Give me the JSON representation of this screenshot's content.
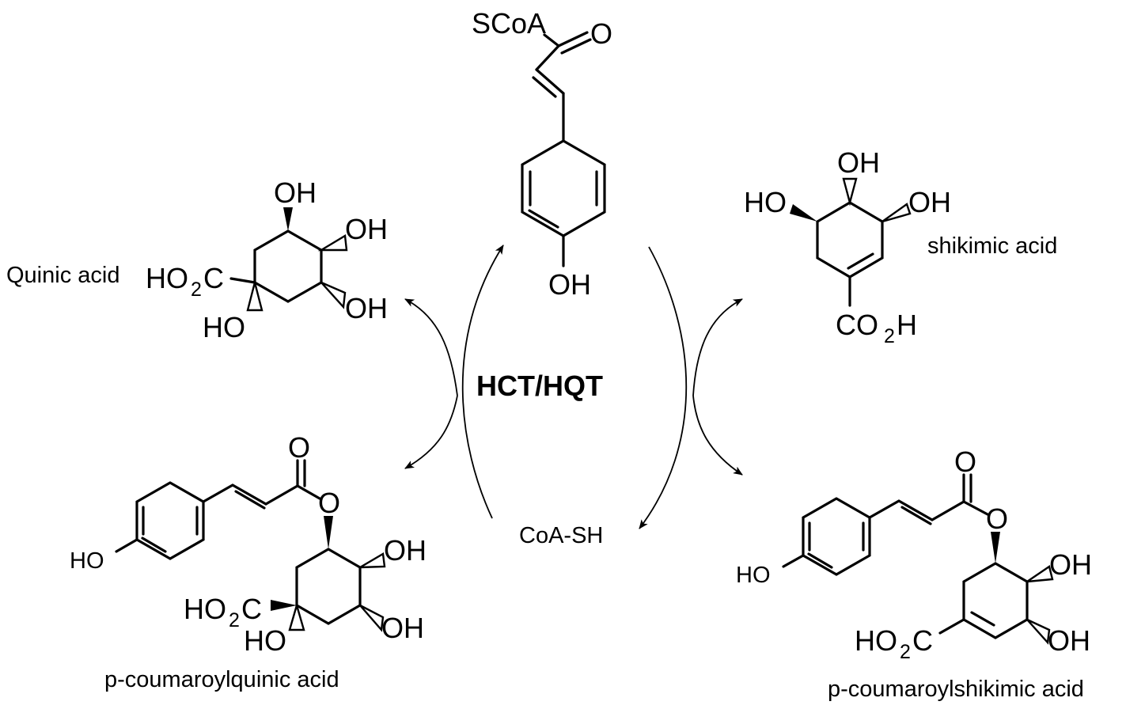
{
  "enzyme": "HCT/HQT",
  "molecules": {
    "coumaroyl_coa": {
      "acyl_group": "SCoA",
      "carbonyl_oxygen": "O",
      "hydroxyl": "OH"
    },
    "quinic_acid": {
      "caption": "Quinic acid",
      "ho": "HO",
      "o2c_sub": "2",
      "c": "C",
      "oh_top": "OH",
      "oh_right_upper": "OH",
      "oh_right_lower": "OH",
      "ho_bottom": "HO"
    },
    "shikimic_acid": {
      "caption": "shikimic acid",
      "oh_top": "OH",
      "ho_left": "HO",
      "oh_right": "OH",
      "co": "CO",
      "co2h_sub": "2",
      "h": "H"
    },
    "coa_sh": {
      "label": "CoA-SH"
    },
    "p_coumaroylquinic_acid": {
      "caption": "p-coumaroylquinic acid",
      "carbonyl_oxygen": "O",
      "ester_oxygen": "O",
      "phenol": "HO",
      "oh_right_upper": "OH",
      "oh_right_lower": "OH",
      "ho": "HO",
      "o2c_sub": "2",
      "c": "C",
      "ho_bottom": "HO"
    },
    "p_coumaroylshikimic_acid": {
      "caption": "p-coumaroylshikimic acid",
      "carbonyl_oxygen": "O",
      "ester_oxygen": "O",
      "phenol": "HO",
      "oh_right_upper": "OH",
      "oh_right_lower": "OH",
      "ho": "HO",
      "o2c_sub": "2",
      "c": "C"
    }
  }
}
